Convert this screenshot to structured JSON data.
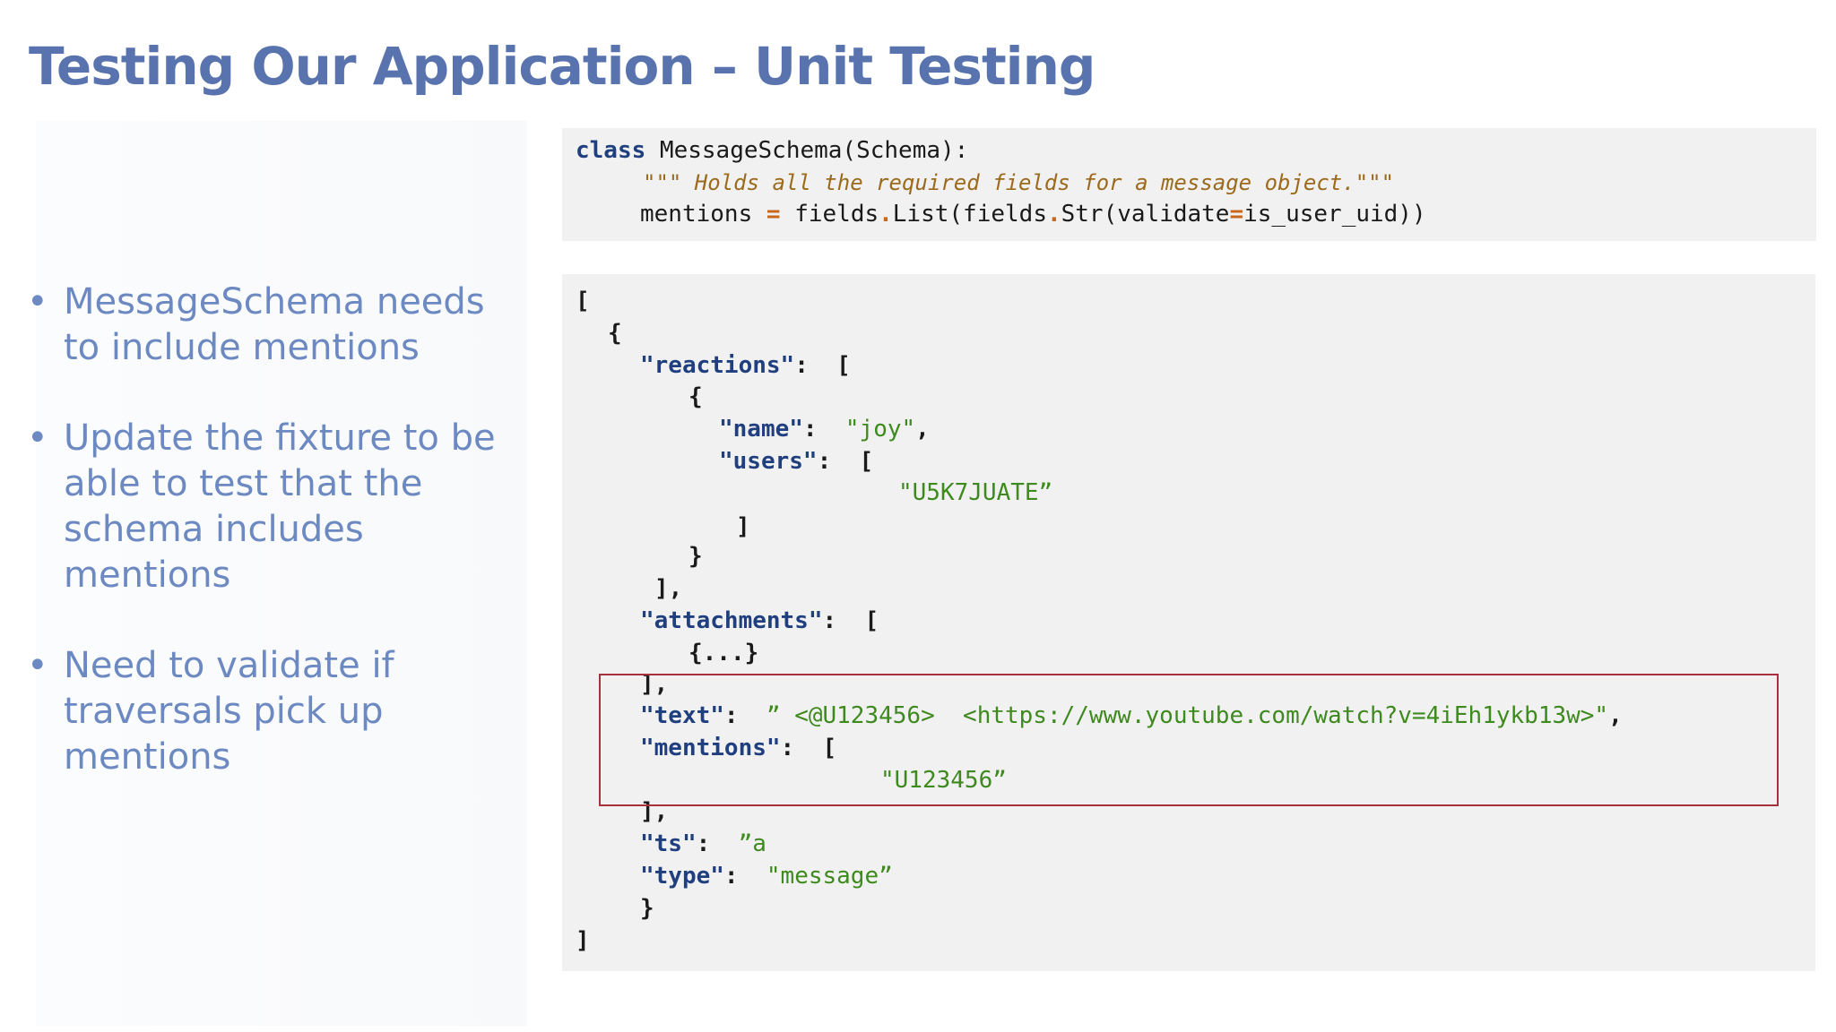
{
  "slide": {
    "title": "Testing Our Application – Unit Testing",
    "bullets": [
      "MessageSchema needs to include mentions",
      "Update the fixture to be able to test that the schema includes mentions",
      "Need to validate if traversals pick up mentions"
    ]
  },
  "schema_code": {
    "kw_class": "class",
    "class_sig": " MessageSchema(Schema):",
    "docstring": "\"\"\" Holds all the required fields for a message object.\"\"\"",
    "field_name": "mentions ",
    "eq": "=",
    "p1": " fields",
    "dot1": ".",
    "p2": "List(fields",
    "dot2": ".",
    "p3": "Str(validate",
    "eq2": "=",
    "p4": "is_user_uid))"
  },
  "fixture_code": {
    "open_bracket": "[",
    "open_obj": "{",
    "reactions_key": "\"reactions\"",
    "reactions_sep": ":  [",
    "reaction_open": "{",
    "name_key": "\"name\"",
    "name_sep": ":  ",
    "name_val": "\"joy\"",
    "name_comma": ",",
    "users_key": "\"users\"",
    "users_sep": ":  [",
    "users_val": "\"U5K7JUATE”",
    "users_close": "]",
    "reaction_close": "}",
    "reactions_close": "],",
    "attachments_key": "\"attachments\"",
    "attachments_sep": ":  [",
    "attachments_body": "{...}",
    "attachments_close": "],",
    "text_key": "\"text\"",
    "text_sep": ":  ",
    "text_val": "” <@U123456>  <https://www.youtube.com/watch?v=4iEh1ykb13w>\"",
    "text_comma": ",",
    "mentions_key": "\"mentions\"",
    "mentions_sep": ":  [",
    "mentions_val": "\"U123456”",
    "mentions_close": "],",
    "ts_key": "\"ts\"",
    "ts_sep": ":  ",
    "ts_val": "”a",
    "type_key": "\"type\"",
    "type_sep": ":  ",
    "type_val": "\"message”",
    "close_obj": "}",
    "close_bracket": "]"
  },
  "colors": {
    "title": "#5873ad",
    "bullet_text": "#6c89c2",
    "code_keyword": "#1f3f7f",
    "code_string": "#3e8a1e",
    "code_operator": "#c8681a",
    "code_docstring": "#9b6a1c",
    "highlight_border": "#a8303c",
    "code_background": "#f1f1f2"
  }
}
